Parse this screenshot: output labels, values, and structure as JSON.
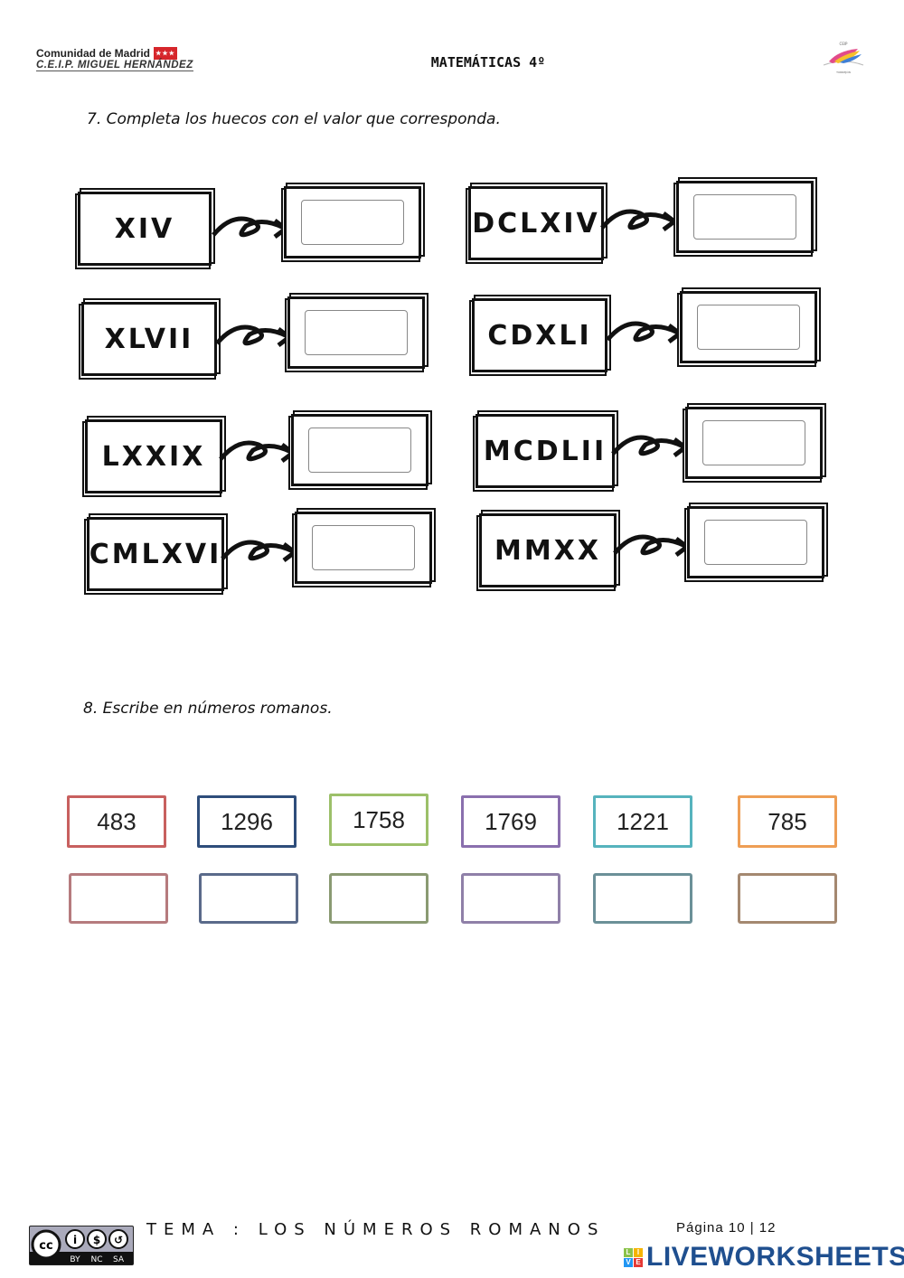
{
  "header": {
    "org_line": "Comunidad de Madrid",
    "school_line": "C.E.I.P. MIGUEL HERNÁNDEZ",
    "subject": "MATEMÁTICAS 4º",
    "logo_icon": "feather-book-logo"
  },
  "exercise7": {
    "instruction": "7.  Completa los huecos con el valor que corresponda.",
    "items": [
      {
        "roman": "XIV",
        "answer": ""
      },
      {
        "roman": "DCLXIV",
        "answer": ""
      },
      {
        "roman": "XLVII",
        "answer": ""
      },
      {
        "roman": "CDXLI",
        "answer": ""
      },
      {
        "roman": "LXXIX",
        "answer": ""
      },
      {
        "roman": "MCDLII",
        "answer": ""
      },
      {
        "roman": "CMLXVI",
        "answer": ""
      },
      {
        "roman": "MMXX",
        "answer": ""
      }
    ]
  },
  "exercise8": {
    "instruction": "8. Escribe en números romanos.",
    "items": [
      {
        "number": "483",
        "color": "#c8605f",
        "answer": ""
      },
      {
        "number": "1296",
        "color": "#2e4d7b",
        "answer": ""
      },
      {
        "number": "1758",
        "color": "#9cc069",
        "answer": ""
      },
      {
        "number": "1769",
        "color": "#8a6fae",
        "answer": ""
      },
      {
        "number": "1221",
        "color": "#56b3bd",
        "answer": ""
      },
      {
        "number": "785",
        "color": "#ee9e55",
        "answer": ""
      }
    ]
  },
  "footer": {
    "topic": "TEMA : LOS NÚMEROS ROMANOS",
    "page_label": "Página 10 | 12",
    "license": {
      "cc": "CC",
      "tags": [
        "BY",
        "NC",
        "SA"
      ]
    },
    "brand": "LIVEWORKSHEETS",
    "brand_letters": [
      "L",
      "I",
      "V",
      "E"
    ]
  }
}
